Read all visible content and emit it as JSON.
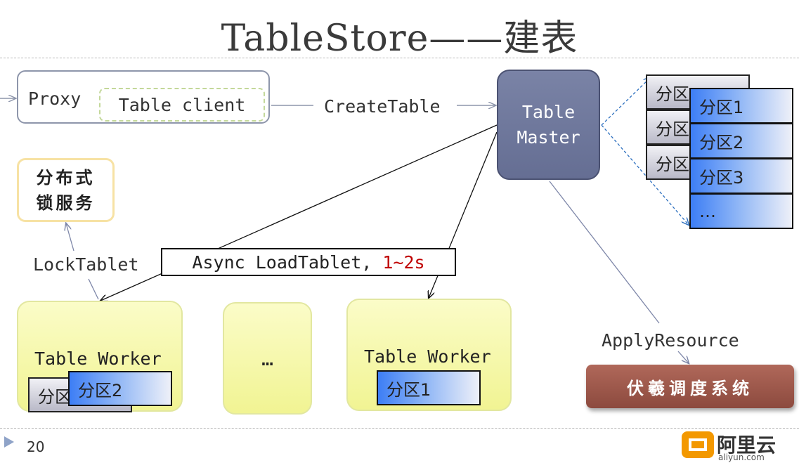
{
  "title": "TableStore——建表",
  "proxy": {
    "label": "Proxy",
    "client": "Table client"
  },
  "edges": {
    "create_table": "CreateTable",
    "lock_tablet": "LockTablet",
    "apply_resource": "ApplyResource",
    "async_prefix": "Async LoadTablet, ",
    "async_time": "1~2s"
  },
  "master": {
    "line1": "Table",
    "line2": "Master"
  },
  "lock_service": {
    "line1": "分布式",
    "line2": "锁服务"
  },
  "partitions_stack": {
    "back": [
      "分区",
      "分区",
      "分区"
    ],
    "front": [
      "分区1",
      "分区2",
      "分区3",
      "…"
    ]
  },
  "workers": [
    {
      "title": "Table Worker",
      "part_back": "分区",
      "part_front": "分区2"
    },
    {
      "title": "…"
    },
    {
      "title": "Table Worker",
      "part_front": "分区1"
    }
  ],
  "fuxi": "伏羲调度系统",
  "page_number": "20",
  "logo": {
    "name": "阿里云",
    "url": "aliyun.com"
  },
  "colors": {
    "master": "#6b7497",
    "worker": "#f3f59e",
    "fuxi": "#9c5649",
    "async_highlight": "#c00000",
    "partition_blue": "#3d7ef5"
  }
}
